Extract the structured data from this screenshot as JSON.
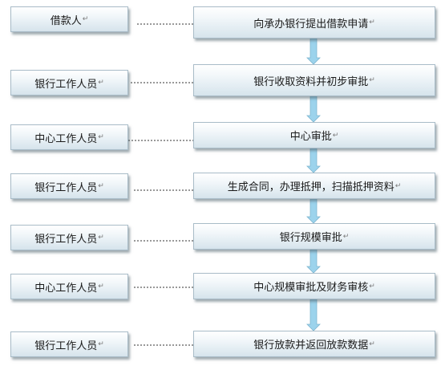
{
  "return_mark": "↵",
  "colors": {
    "arrow": "#9cd3ec",
    "arrow_edge": "#7fb6d0",
    "connector": "#333333"
  },
  "rows": [
    {
      "role": "借款人",
      "step": "向承办银行提出借款申请"
    },
    {
      "role": "银行工作人员",
      "step": "银行收取资料并初步审批"
    },
    {
      "role": "中心工作人员",
      "step": "中心审批"
    },
    {
      "role": "银行工作人员",
      "step": "生成合同，办理抵押，扫描抵押资料"
    },
    {
      "role": "银行工作人员",
      "step": "银行规模审批"
    },
    {
      "role": "中心工作人员",
      "step": "中心规模审批及财务审核"
    },
    {
      "role": "银行工作人员",
      "step": "银行放款并返回放款数据"
    }
  ]
}
